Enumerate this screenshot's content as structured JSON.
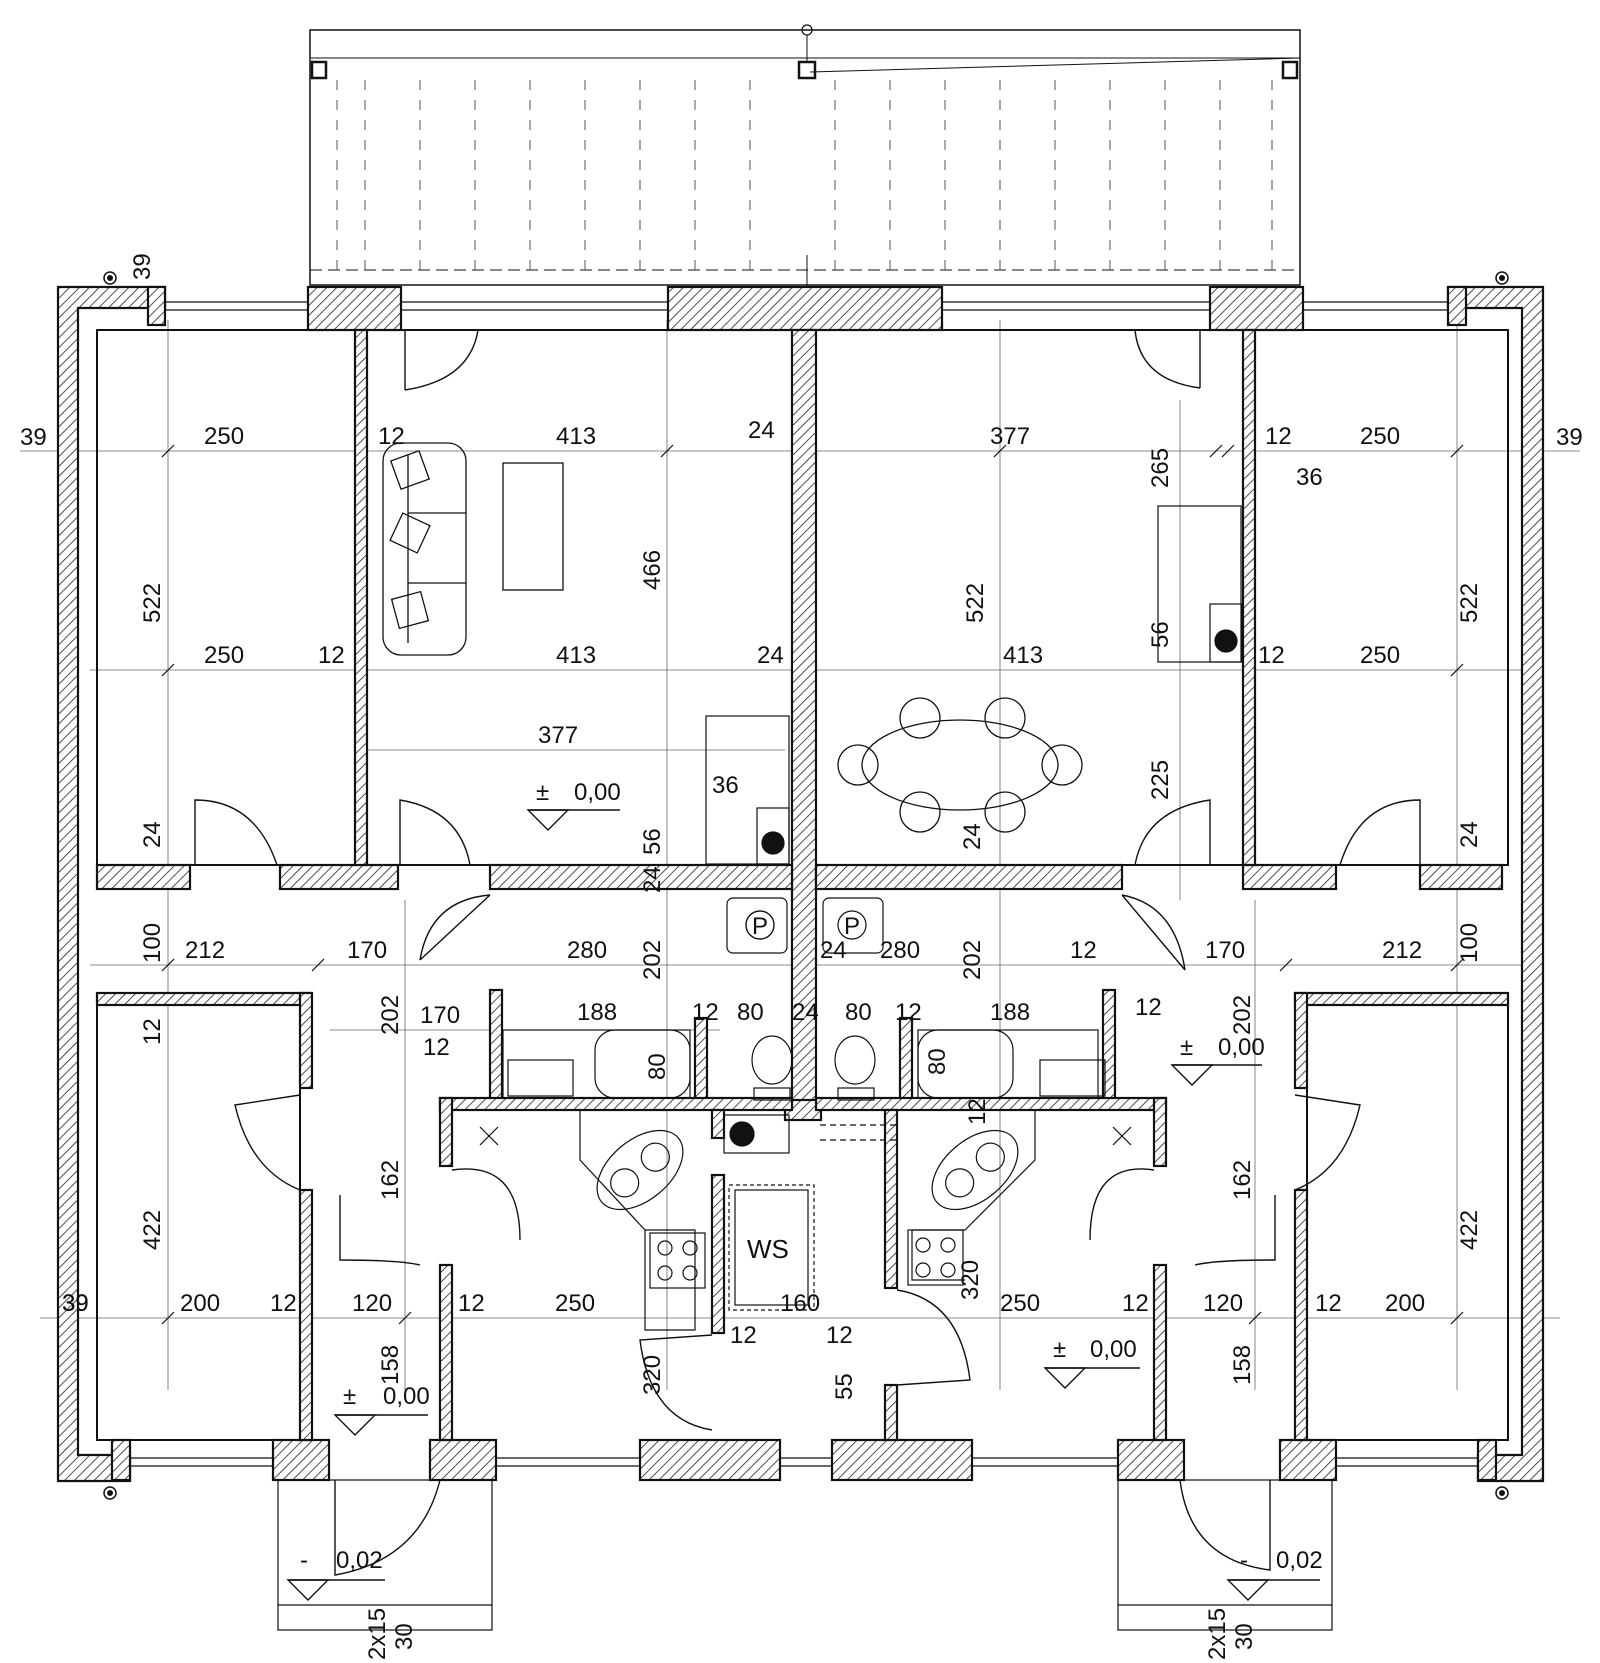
{
  "colors": {
    "wall_fill": "#ffffff",
    "hatch": "#222222",
    "line": "#111111",
    "dim_line": "#444444"
  },
  "labels": {
    "laundry": "WS"
  },
  "levels": [
    {
      "sign": "±",
      "value": "0,00"
    },
    {
      "sign": "±",
      "value": "0,00"
    },
    {
      "sign": "±",
      "value": "0,00"
    },
    {
      "sign": "±",
      "value": "0,00"
    },
    {
      "sign": "-",
      "value": "0,02"
    },
    {
      "sign": "-",
      "value": "0,02"
    }
  ],
  "appliance_symbols": [
    "P",
    "P"
  ],
  "dimensions": {
    "outer_walls": [
      "39",
      "39",
      "39",
      "39"
    ],
    "top_row": [
      "250",
      "12",
      "413",
      "24",
      "377",
      "12",
      "250"
    ],
    "mid_row": [
      "250",
      "12",
      "413",
      "24",
      "413",
      "12",
      "250"
    ],
    "living_lower": "377",
    "heights_upper": [
      "522",
      "466",
      "522",
      "522"
    ],
    "kitchen_heights": [
      "265",
      "56",
      "225"
    ],
    "counter_depth": [
      "36",
      "36"
    ],
    "small_heights": [
      "24",
      "56",
      "24",
      "24",
      "24",
      "24"
    ],
    "hall_row": [
      "100",
      "212",
      "170",
      "280",
      "202",
      "24",
      "280",
      "202",
      "12",
      "170",
      "212",
      "100"
    ],
    "bath_row": [
      "202",
      "170",
      "188",
      "12",
      "80",
      "24",
      "80",
      "12",
      "188",
      "12",
      "202"
    ],
    "bath_misc": [
      "12",
      "12",
      "80",
      "80",
      "12"
    ],
    "lower_heights": [
      "422",
      "162",
      "162",
      "422"
    ],
    "bottom_row": [
      "39",
      "200",
      "12",
      "120",
      "12",
      "250",
      "160",
      "250",
      "12",
      "120",
      "12",
      "200"
    ],
    "bottom_misc": [
      "12",
      "12",
      "320",
      "320",
      "158",
      "158",
      "55"
    ],
    "stairs": [
      "2x15",
      "30",
      "2x15",
      "30"
    ]
  }
}
